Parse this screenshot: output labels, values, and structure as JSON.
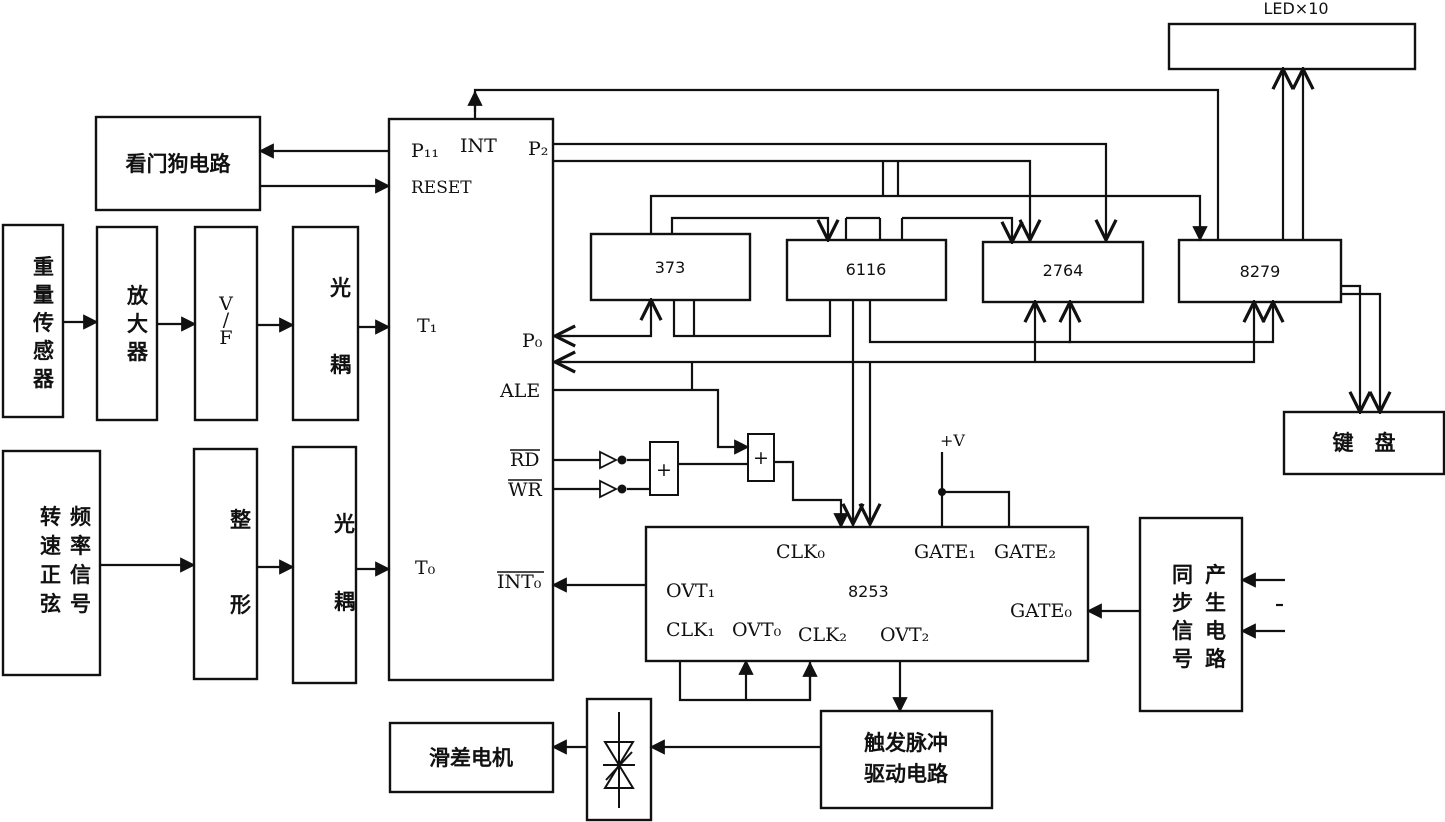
{
  "blocks": {
    "watchdog": "看门狗电路",
    "weight_sensor": "重量传感器",
    "amplifier": "放大器",
    "vf": "V/F",
    "optocoupler": "光耦",
    "speed_signal": "转速频率正信弦号",
    "shaping": "整形",
    "chip_373": "373",
    "chip_6116": "6116",
    "chip_2764": "2764",
    "chip_8279": "8279",
    "led": "LED×10",
    "keyboard": "键　盘",
    "chip_8253": "8253",
    "sync_gen": "同产步生信电号路",
    "motor": "滑差电机",
    "trigger": "触发脉冲驱动电路",
    "plus_v": "+V"
  },
  "mcu_pins": {
    "p11": "P₁₁",
    "int_top": "INT",
    "p2": "P₂",
    "reset": "RESET",
    "t1": "T₁",
    "p0": "P₀",
    "ale": "ALE",
    "rd": "RD",
    "wr": "WR",
    "t0": "T₀",
    "int0": "INT₀"
  },
  "pins_8253": {
    "clk0": "CLK₀",
    "gate1": "GATE₁",
    "gate2": "GATE₂",
    "ovt1": "OVT₁",
    "gate0": "GATE₀",
    "clk1": "CLK₁",
    "ovt0": "OVT₀",
    "clk2": "CLK₂",
    "ovt2": "OVT₂"
  },
  "gate_symbol": "+"
}
